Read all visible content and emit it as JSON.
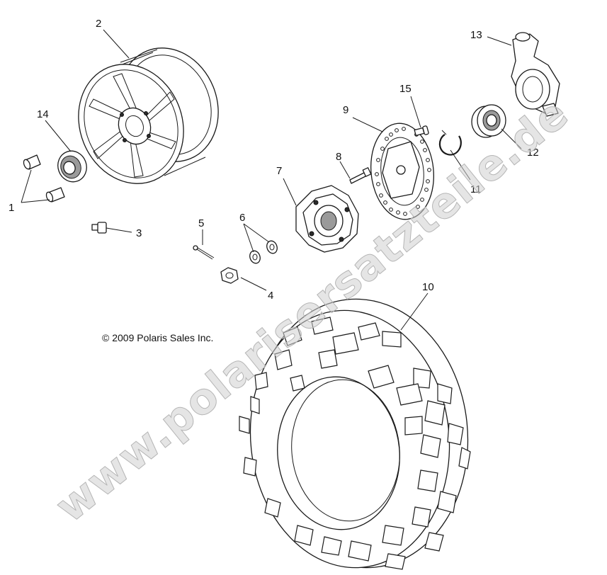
{
  "diagram": {
    "callouts": [
      "1",
      "2",
      "3",
      "4",
      "5",
      "6",
      "7",
      "8",
      "9",
      "10",
      "11",
      "12",
      "13",
      "14",
      "15"
    ],
    "copyright": "© 2009 Polaris Sales Inc.",
    "watermark": "www.polarisersatzteile.de"
  }
}
